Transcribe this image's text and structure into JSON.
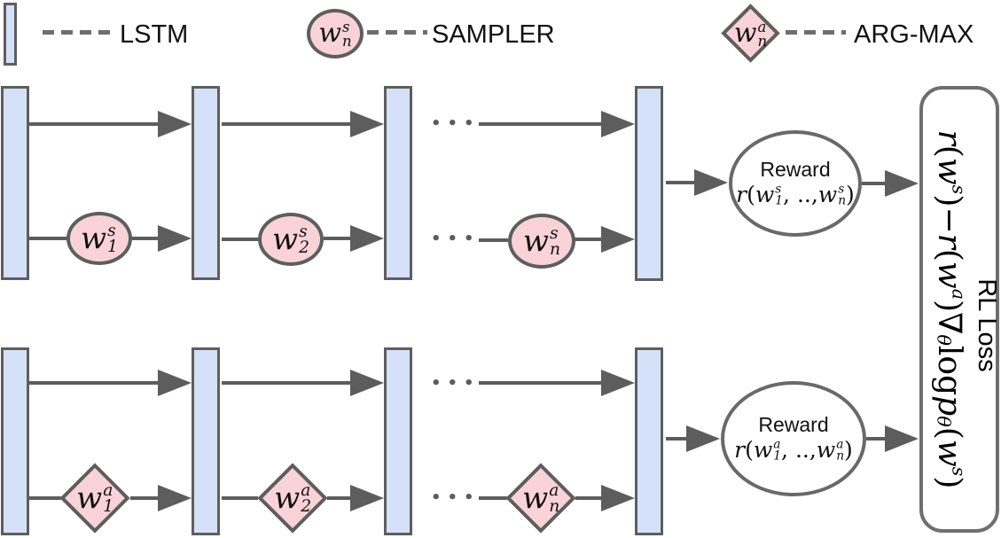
{
  "colors": {
    "lstm_fill": "#d5e1f8",
    "node_fill": "#f9d3d7",
    "stroke": "#5e5e5e",
    "line": "#5d5d5d",
    "text": "#111111"
  },
  "ellipsis": "•••",
  "legend": {
    "lstm_label": "LSTM",
    "sampler_label": "SAMPLER",
    "argmax_label": "ARG-MAX",
    "sampler_node": {
      "base": "w",
      "sup": "s",
      "sub": "n"
    },
    "argmax_node": {
      "base": "w",
      "sup": "a",
      "sub": "n"
    }
  },
  "top_chain": {
    "nodes": [
      {
        "base": "w",
        "sup": "s",
        "sub": "1"
      },
      {
        "base": "w",
        "sup": "s",
        "sub": "2"
      },
      {
        "base": "w",
        "sup": "s",
        "sub": "n"
      }
    ],
    "reward": {
      "title": "Reward",
      "fn": "r",
      "open": "(",
      "w1": {
        "base": "w",
        "sup": "s",
        "sub": "1"
      },
      "mid": ", .., ",
      "w2": {
        "base": "w",
        "sup": "s",
        "sub": "n"
      },
      "close": ")"
    }
  },
  "bottom_chain": {
    "nodes": [
      {
        "base": "w",
        "sup": "a",
        "sub": "1"
      },
      {
        "base": "w",
        "sup": "a",
        "sub": "2"
      },
      {
        "base": "w",
        "sup": "a",
        "sub": "n"
      }
    ],
    "reward": {
      "title": "Reward",
      "fn": "r",
      "open": "(",
      "w1": {
        "base": "w",
        "sup": "a",
        "sub": "1"
      },
      "mid": ", .., ",
      "w2": {
        "base": "w",
        "sup": "a",
        "sub": "n"
      },
      "close": ")"
    }
  },
  "loss_box": {
    "label": "RL Loss",
    "formula": {
      "r1": "r",
      "open1": "(",
      "w1": "w",
      "sup1": "s",
      "close1": ")",
      "minus": " − ",
      "r2": "r",
      "open2": "(",
      "w2": "w",
      "sup2": "a",
      "close2": ")",
      "nabla": "∇",
      "nabla_sub": "θ",
      "log": " log ",
      "p": "p",
      "p_sub": "θ",
      "open3": "(",
      "w3": "w",
      "sup3": "s",
      "close3": ")"
    }
  }
}
